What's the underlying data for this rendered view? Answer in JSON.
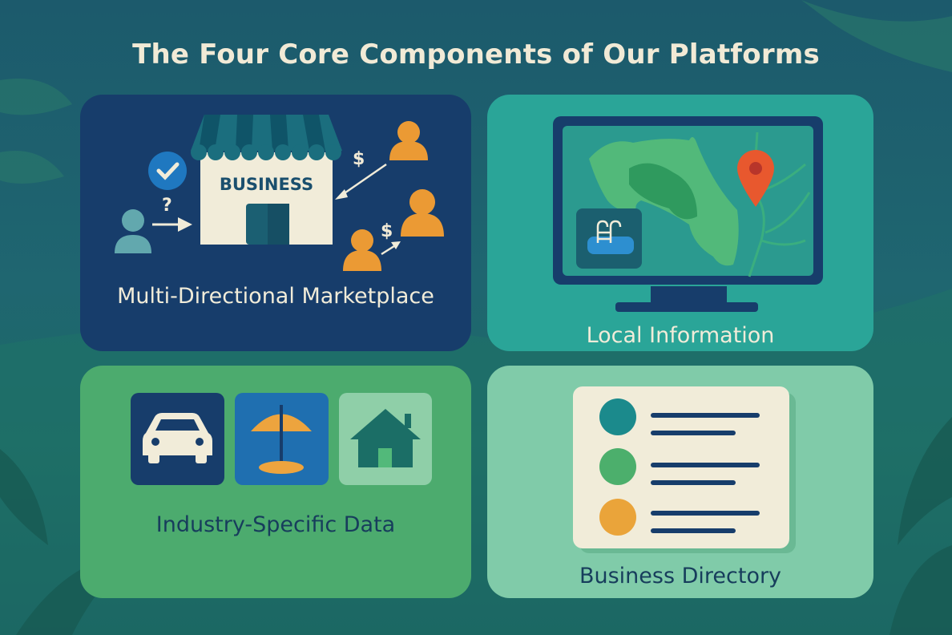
{
  "title": "The Four Core Components of Our Platforms",
  "cards": [
    {
      "label": "Multi-Directional Marketplace",
      "store_sign": "BUSINESS",
      "question_mark": "?",
      "dollar_sign": "$",
      "bg": "#173d6b"
    },
    {
      "label": "Local Information",
      "bg": "#2aa598"
    },
    {
      "label": "Industry-Specific Data",
      "bg": "#4cab6e",
      "icons": [
        "car-icon",
        "beach-umbrella-icon",
        "house-icon"
      ]
    },
    {
      "label": "Business Directory",
      "bg": "#80cba9",
      "list_bullet_colors": [
        "#1b8a8c",
        "#4caf6c",
        "#eaa43a"
      ]
    }
  ],
  "colors": {
    "title": "#f1ead6",
    "person_orange": "#eb9a34",
    "person_teal": "#62a8ae",
    "pin": "#e8582e"
  }
}
